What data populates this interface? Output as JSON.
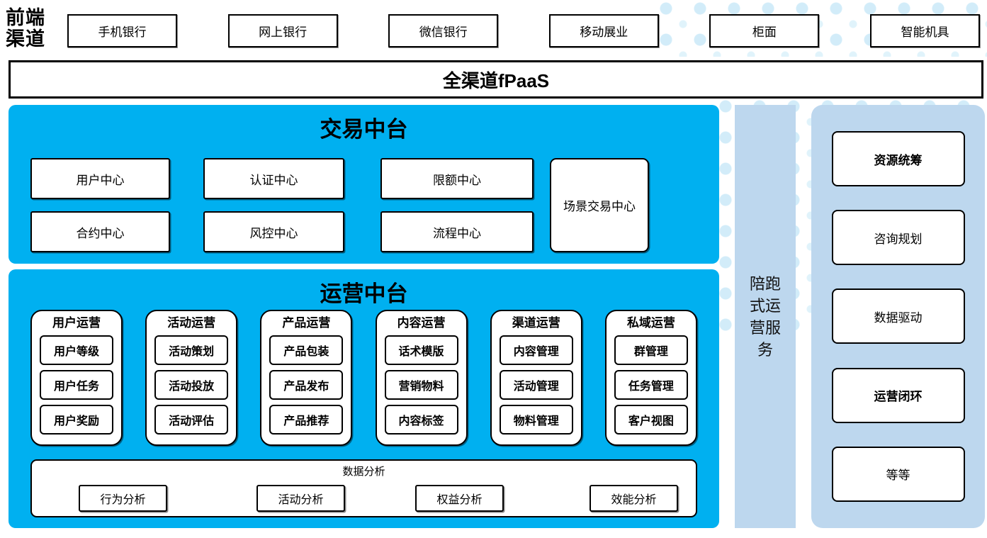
{
  "colors": {
    "accent_blue": "#00B0F0",
    "light_blue": "#BDD7EE",
    "dot_blue": "#D2ECF9"
  },
  "channels": {
    "label": "前端渠道",
    "items": [
      "手机银行",
      "网上银行",
      "微信银行",
      "移动展业",
      "柜面",
      "智能机具"
    ]
  },
  "fpaas": {
    "label": "全渠道fPaaS"
  },
  "transaction": {
    "title": "交易中台",
    "centers": [
      "用户中心",
      "认证中心",
      "限额中心",
      "合约中心",
      "风控中心",
      "流程中心"
    ],
    "scene_center": "场景交易中心"
  },
  "operations": {
    "title": "运营中台",
    "columns": [
      {
        "title": "用户运营",
        "items": [
          "用户等级",
          "用户任务",
          "用户奖励"
        ]
      },
      {
        "title": "活动运营",
        "items": [
          "活动策划",
          "活动投放",
          "活动评估"
        ]
      },
      {
        "title": "产品运营",
        "items": [
          "产品包装",
          "产品发布",
          "产品推荐"
        ]
      },
      {
        "title": "内容运营",
        "items": [
          "话术模版",
          "营销物料",
          "内容标签"
        ]
      },
      {
        "title": "渠道运营",
        "items": [
          "内容管理",
          "活动管理",
          "物料管理"
        ]
      },
      {
        "title": "私域运营",
        "items": [
          "群管理",
          "任务管理",
          "客户视图"
        ]
      }
    ],
    "analysis": {
      "title": "数据分析",
      "items": [
        "行为分析",
        "活动分析",
        "权益分析",
        "效能分析"
      ]
    }
  },
  "side_service": {
    "label": "陪跑式运营服务"
  },
  "right_panel": {
    "items": [
      {
        "label": "资源统筹",
        "bold": true
      },
      {
        "label": "咨询规划",
        "bold": false
      },
      {
        "label": "数据驱动",
        "bold": false
      },
      {
        "label": "运营闭环",
        "bold": true
      },
      {
        "label": "等等",
        "bold": false
      }
    ]
  }
}
